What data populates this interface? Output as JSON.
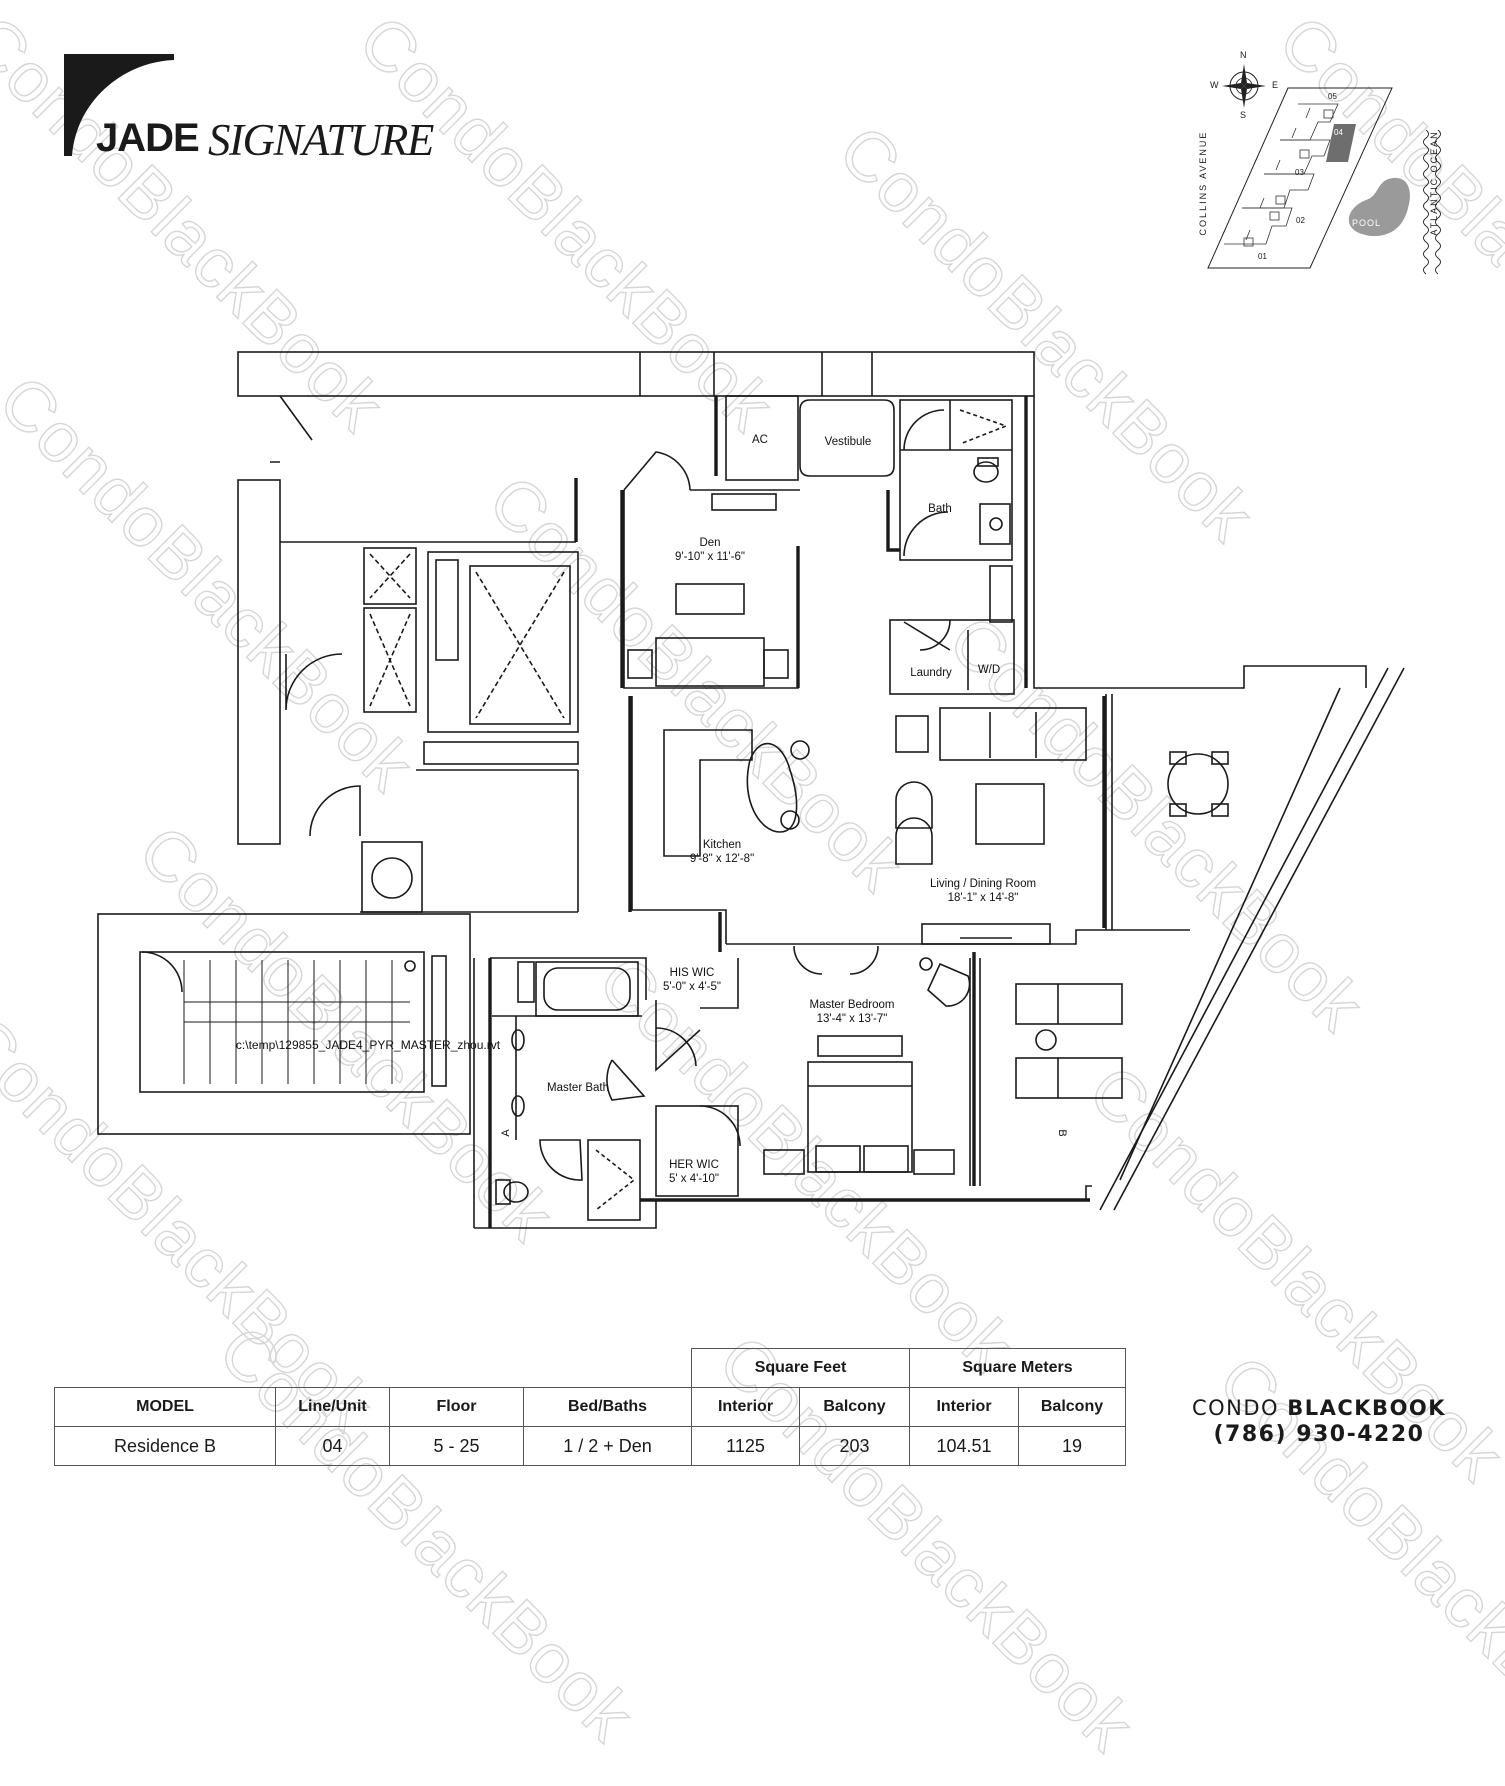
{
  "brand": {
    "name_bold": "JADE",
    "name_italic": "SIGNATURE"
  },
  "watermark": {
    "text": "CondoBlackBook"
  },
  "keyplan": {
    "compass": [
      "N",
      "E",
      "S",
      "W"
    ],
    "street_label": "COLLINS AVENUE",
    "ocean_label": "ATLANTIC OCEAN",
    "pool_label": "POOL",
    "units": [
      "05",
      "04",
      "03",
      "02",
      "01"
    ],
    "highlighted_unit": "04",
    "highlight_color": "#6e6e6e"
  },
  "rooms": {
    "ac": "AC",
    "vestibule": "Vestibule",
    "bath": "Bath",
    "den_name": "Den",
    "den_size": "9'-10\" x 11'-6\"",
    "laundry": "Laundry",
    "wd": "W/D",
    "kitchen_name": "Kitchen",
    "kitchen_size": "9'-8\" x 12'-8\"",
    "living_name": "Living / Dining Room",
    "living_size": "18'-1\" x 14'-8\"",
    "his_wic_name": "HIS WIC",
    "his_wic_size": "5'-0\" x 4'-5\"",
    "master_bedroom_name": "Master Bedroom",
    "master_bedroom_size": "13'-4\" x 13'-7\"",
    "master_bath": "Master Bath",
    "her_wic_name": "HER WIC",
    "her_wic_size": "5' x 4'-10\"",
    "file_ref": "c:\\temp\\129855_JADE4_PYR_MASTER_zhou.rvt",
    "marker_a": "A",
    "marker_b": "B"
  },
  "table": {
    "group_headers": [
      "Square Feet",
      "Square Meters"
    ],
    "columns": [
      "MODEL",
      "Line/Unit",
      "Floor",
      "Bed/Baths",
      "Interior",
      "Balcony",
      "Interior",
      "Balcony"
    ],
    "row": [
      "Residence B",
      "04",
      "5 - 25",
      "1 / 2 + Den",
      "1125",
      "203",
      "104.51",
      "19"
    ]
  },
  "contact": {
    "brand_regular": "CONDO",
    "brand_bold": "BLACKBOOK",
    "phone": "(786) 930-4220"
  }
}
